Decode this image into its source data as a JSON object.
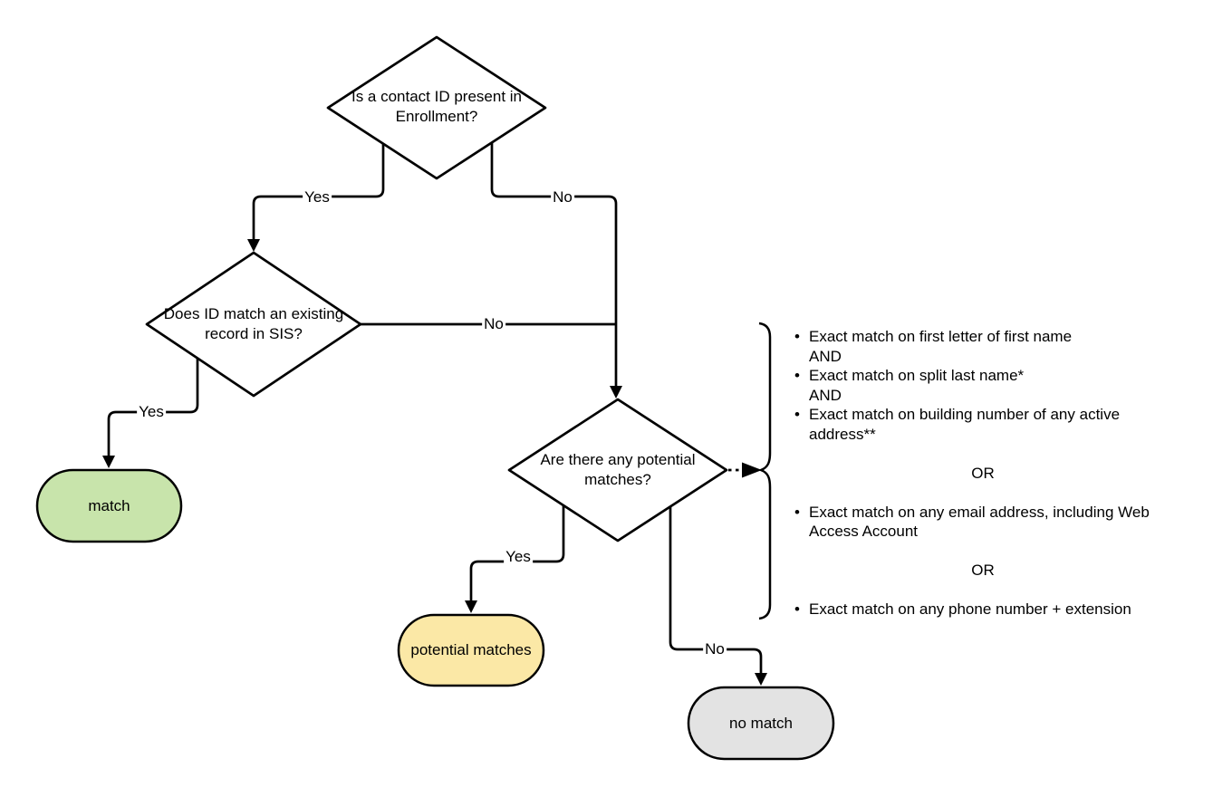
{
  "diagram": {
    "nodes": {
      "q_enrollment": {
        "label": "Is a contact ID present in Enrollment?"
      },
      "q_sis": {
        "label": "Does ID match an existing record in SIS?"
      },
      "q_potential": {
        "label": "Are there any potential matches?"
      },
      "match": {
        "label": "match",
        "fill": "#c8e4ab"
      },
      "potential_matches": {
        "label": "potential matches",
        "fill": "#fbe8a6"
      },
      "no_match": {
        "label": "no match",
        "fill": "#e3e3e3"
      }
    },
    "edges": {
      "enrollment_yes": "Yes",
      "enrollment_no": "No",
      "sis_yes": "Yes",
      "sis_no": "No",
      "potential_yes": "Yes",
      "potential_no": "No"
    },
    "criteria": {
      "bullet": "•",
      "and_label": "AND",
      "or_label": "OR",
      "items": [
        "Exact match on first letter of first name",
        "Exact match on split last name*",
        "Exact match on building number of any active address**",
        "Exact match on any email address, including Web Access Account",
        "Exact match on any phone number + extension"
      ]
    },
    "colors": {
      "stroke": "#000000",
      "diamond_fill": "#ffffff"
    }
  }
}
